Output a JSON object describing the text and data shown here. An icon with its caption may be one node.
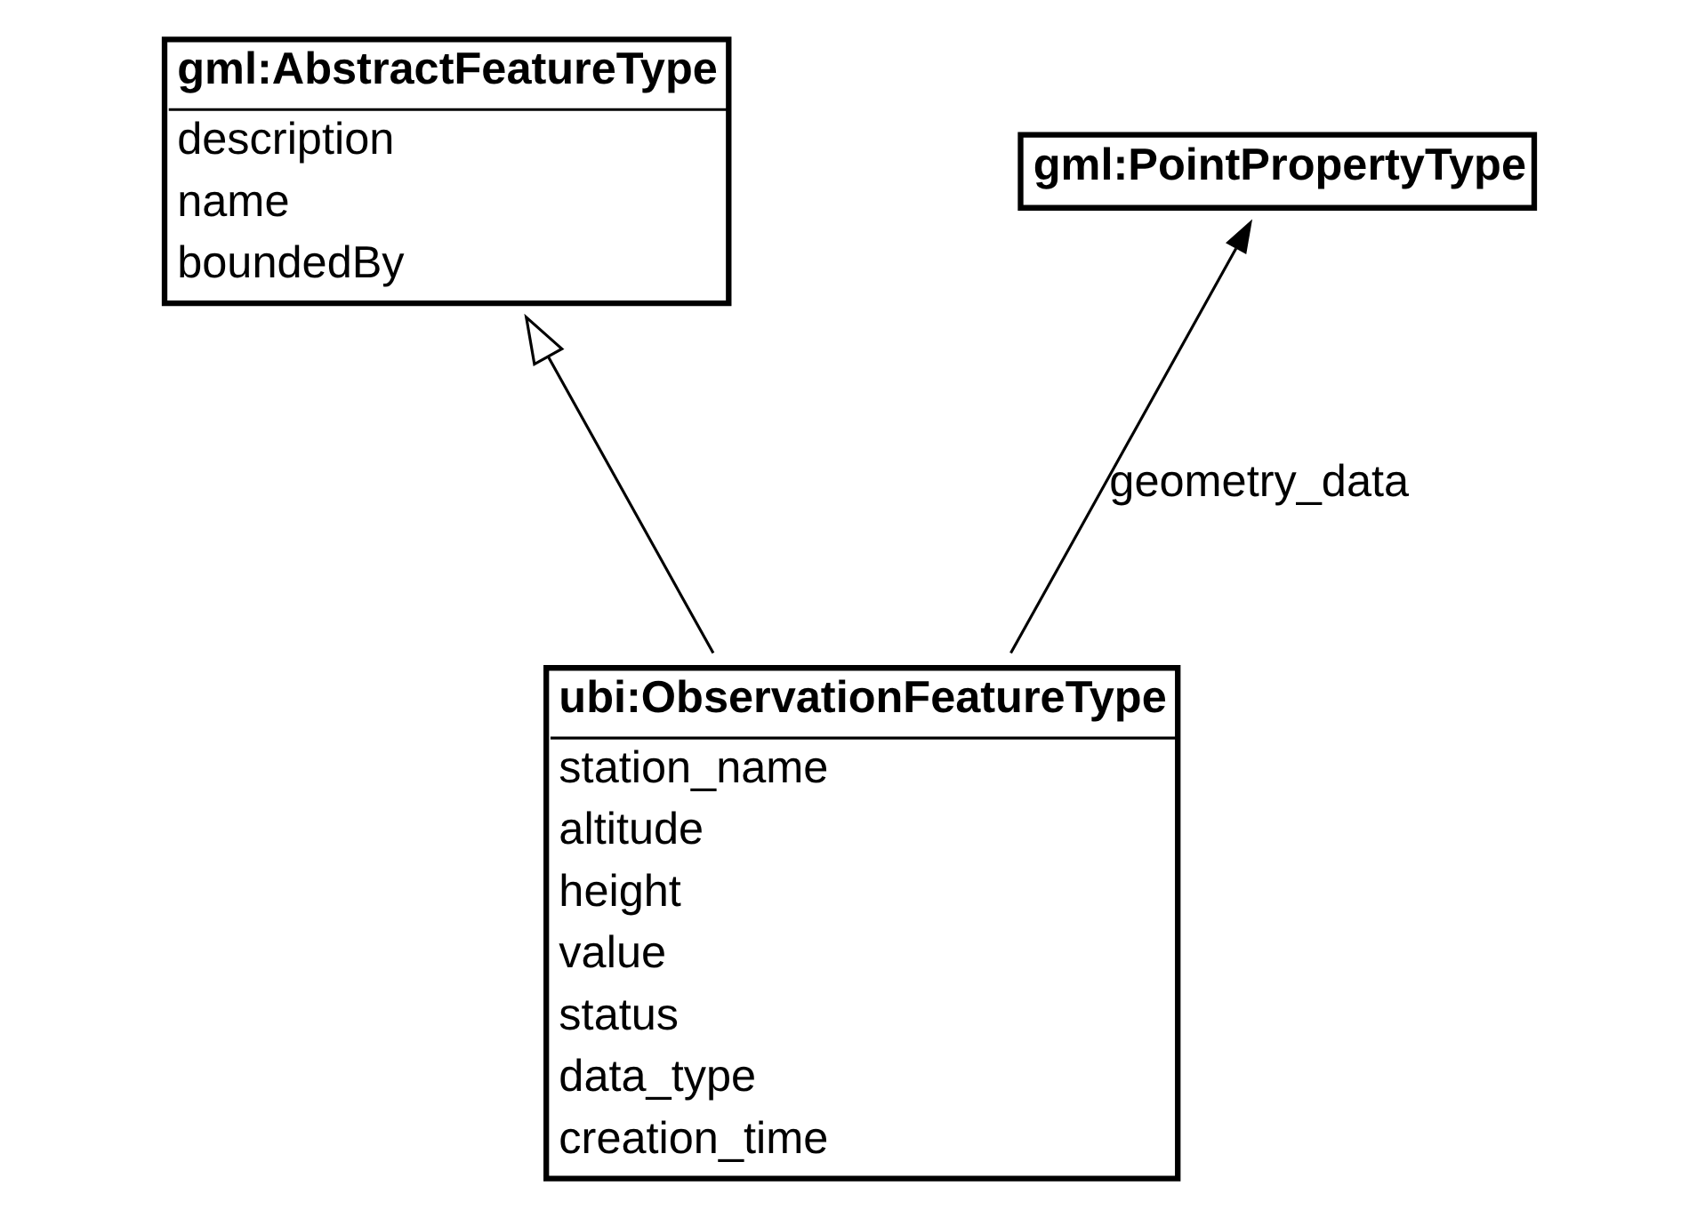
{
  "diagram": {
    "nodes": [
      {
        "text": [
          "gml:AbstractFeatureType",
          "description",
          "name",
          "boundedBy"
        ]
      },
      {
        "text": [
          "gml:PointPropertyType"
        ]
      },
      {
        "text": [
          "ubi:ObservationFeatureType",
          "station_name",
          "altitude",
          "height",
          "value",
          "status",
          "data_type",
          "creation_time"
        ]
      }
    ],
    "edges": [
      {
        "from": 2,
        "to": 0,
        "arrow": "to"
      },
      {
        "from": 2,
        "to": 1,
        "arrow": "to",
        "label": "geometry_data"
      }
    ]
  }
}
